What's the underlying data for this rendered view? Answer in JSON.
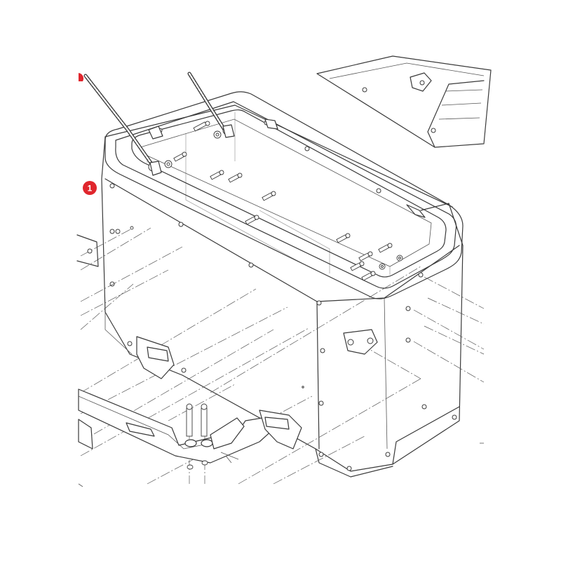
{
  "callouts": [
    {
      "label": "1"
    }
  ],
  "colors": {
    "callout": "#e0262d",
    "line": "#3a3a3a",
    "background": "#ffffff"
  },
  "parts": [
    "side-case-body",
    "lid-gasket-frame",
    "mounting-screws",
    "lower-mounting-rail",
    "lid-fragment",
    "carry-straps"
  ]
}
